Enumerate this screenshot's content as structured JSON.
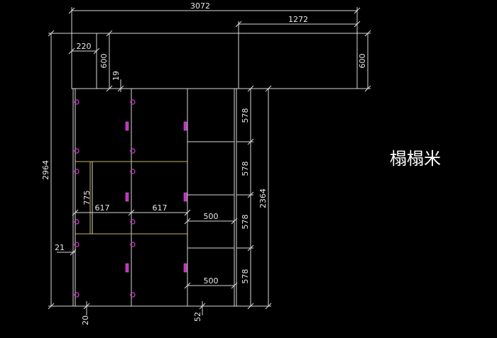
{
  "title": "榻榻米",
  "dimensions": {
    "overall_width": "3072",
    "right_width": "1272",
    "top_left_width": "220",
    "top_left_height": "600",
    "top_right_height": "600",
    "gap": "19",
    "total_height": "2964",
    "right_height": "2364",
    "shelf_1": "578",
    "shelf_2": "578",
    "shelf_3": "578",
    "shelf_4": "578",
    "door_height": "775",
    "door_width_left": "617",
    "door_width_right": "617",
    "drawer_width_1": "500",
    "drawer_width_2": "500",
    "side_thickness": "21",
    "bottom_left": "20",
    "bottom_mid": "52"
  },
  "colors": {
    "background": "#000000",
    "lines": "#d8d8d8",
    "panel_lines": "#c8b46a",
    "hardware": "#c030c0"
  }
}
